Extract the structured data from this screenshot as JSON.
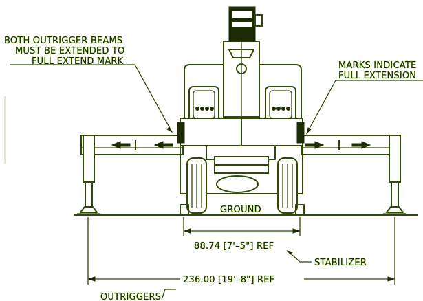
{
  "notes": {
    "left_line1": "BOTH OUTRIGGER BEAMS",
    "left_line2": "MUST BE EXTENDED TO",
    "left_line3": "FULL EXTEND MARK",
    "right_line1": "MARKS INDICATE",
    "right_line2": "FULL EXTENSION"
  },
  "labels": {
    "ground": "GROUND",
    "stabilizer": "STABILIZER",
    "outriggers": "OUTRIGGERS"
  },
  "dimensions": {
    "stabilizer_width": "88.74 [7'–5\"] REF",
    "outrigger_width": "236.00 [19'–8\"] REF"
  },
  "colors": {
    "line": "#2f4a06",
    "text": "#1d2a06",
    "glow": "#8bd41e",
    "background": "#ffffff"
  }
}
